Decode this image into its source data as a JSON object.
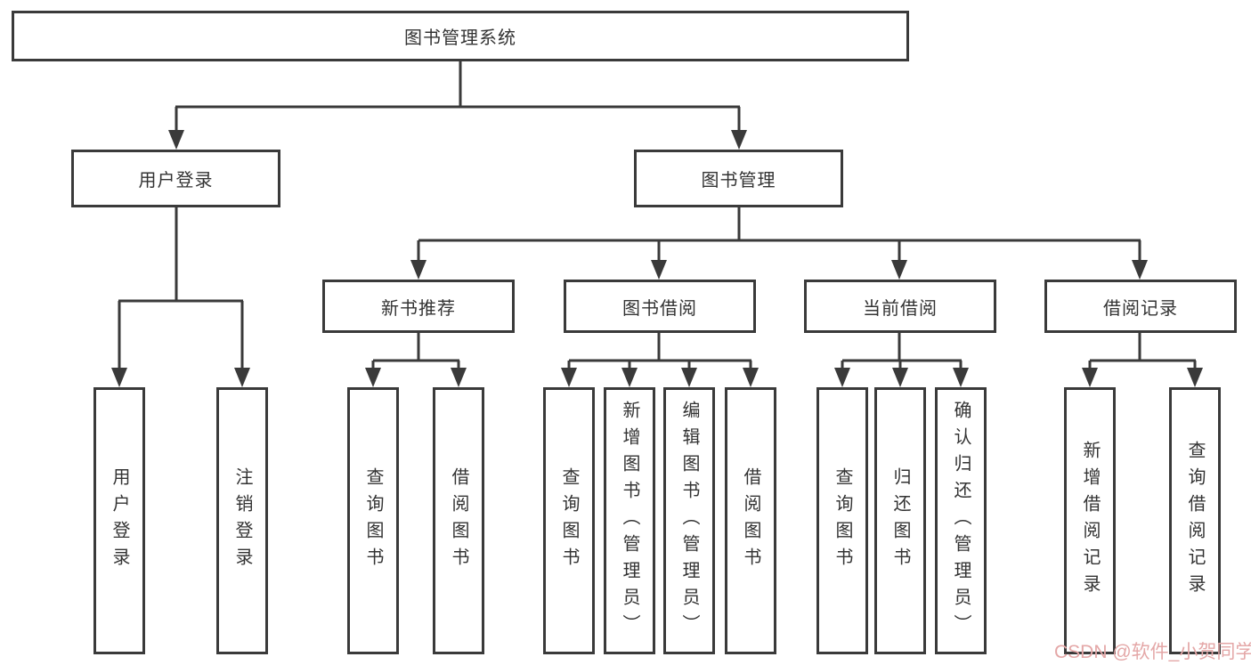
{
  "diagram": {
    "root": {
      "label": "图书管理系统"
    },
    "branches": [
      {
        "label": "用户登录",
        "leaves": [
          {
            "label": "用户登录"
          },
          {
            "label": "注销登录"
          }
        ]
      },
      {
        "label": "图书管理",
        "groups": [
          {
            "label": "新书推荐",
            "leaves": [
              {
                "label": "查询图书"
              },
              {
                "label": "借阅图书"
              }
            ]
          },
          {
            "label": "图书借阅",
            "leaves": [
              {
                "label": "查询图书"
              },
              {
                "label": "新增图书（管理员）"
              },
              {
                "label": "编辑图书（管理员）"
              },
              {
                "label": "借阅图书"
              }
            ]
          },
          {
            "label": "当前借阅",
            "leaves": [
              {
                "label": "查询图书"
              },
              {
                "label": "归还图书"
              },
              {
                "label": "确认归还（管理员）"
              }
            ]
          },
          {
            "label": "借阅记录",
            "leaves": [
              {
                "label": "新增借阅记录"
              },
              {
                "label": "查询借阅记录"
              }
            ]
          }
        ]
      }
    ]
  },
  "watermark": {
    "text": "CSDN @软件_小贺同学"
  },
  "colors": {
    "background": "#ffffff",
    "line": "#3a3a3a",
    "box_border": "#3a3a3a",
    "text": "#333333",
    "watermark": "#e4a7a7"
  }
}
